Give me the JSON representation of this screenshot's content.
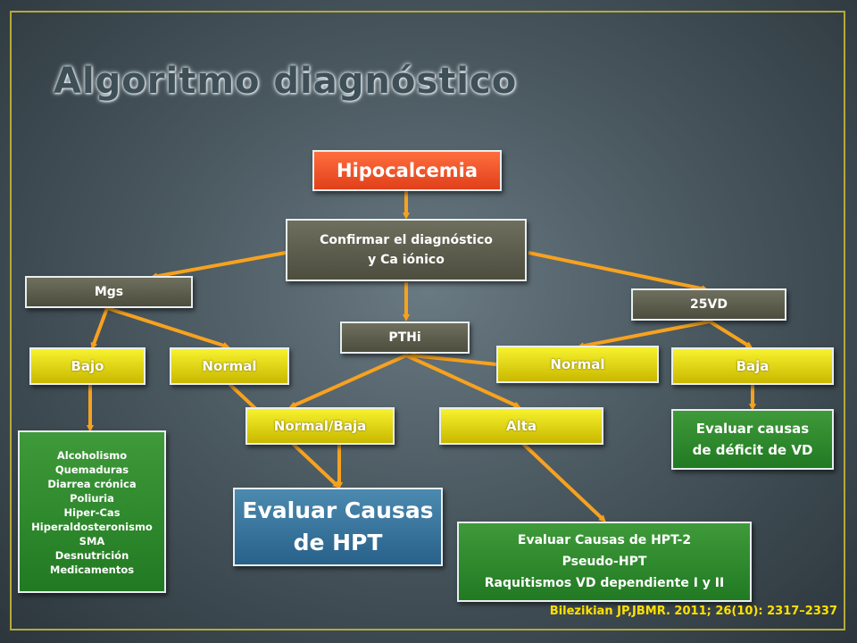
{
  "title": "Algoritmo diagnóstico",
  "nodes": {
    "hipocalcemia": "Hipocalcemia",
    "confirmar": [
      "Confirmar el diagnóstico",
      "y Ca iónico"
    ],
    "mgs": "Mgs",
    "pthi": "PTHi",
    "vd25": "25VD",
    "bajo": "Bajo",
    "normal_mgs": "Normal",
    "normal_vd": "Normal",
    "baja": "Baja",
    "normal_baja": "Normal/Baja",
    "alta": "Alta",
    "evaluar_vd": [
      "Evaluar causas",
      "de déficit de VD"
    ],
    "causas_mg": [
      "Alcoholismo",
      "Quemaduras",
      "Diarrea crónica",
      "Poliuria",
      "Hiper-Cas",
      "Hiperaldosteronismo",
      "SMA",
      "Desnutrición",
      "Medicamentos"
    ],
    "evaluar_hpt": [
      "Evaluar Causas",
      "de HPT"
    ],
    "evaluar_hpt2": [
      "Evaluar Causas de HPT-2",
      "Pseudo-HPT",
      "Raquitismos  VD dependiente I y II"
    ]
  },
  "citation": "Bilezikian JP,JBMR. 2011; 26(10): 2317–2337",
  "colors": {
    "arrow": "#f7a21f",
    "orange_box": "#f04f22",
    "yellow_box": "#e6dc10",
    "green_box": "#2f8a2e",
    "blue_box": "#3a79a0",
    "olive_box": "#5e5e4e",
    "frame": "#b6a93a"
  }
}
